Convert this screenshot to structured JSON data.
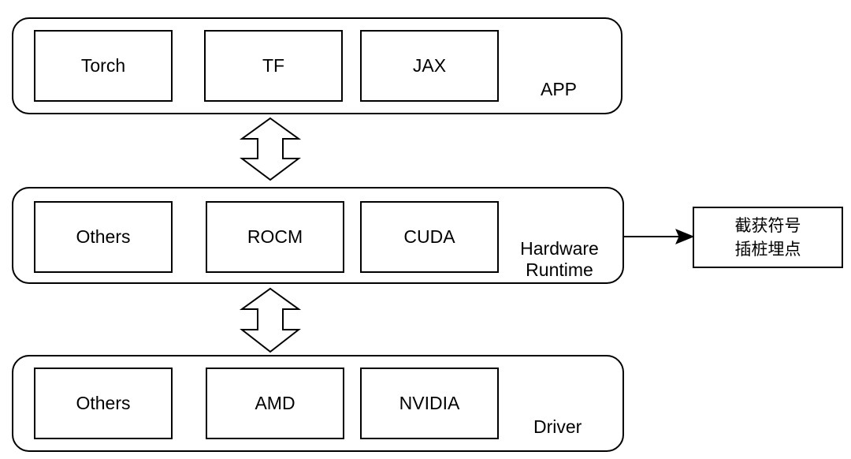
{
  "layers": {
    "app": {
      "label": "APP",
      "boxes": [
        "Torch",
        "TF",
        "JAX"
      ]
    },
    "runtime": {
      "label_line1": "Hardware",
      "label_line2": "Runtime",
      "boxes": [
        "Others",
        "ROCM",
        "CUDA"
      ]
    },
    "driver": {
      "label": "Driver",
      "boxes": [
        "Others",
        "AMD",
        "NVIDIA"
      ]
    }
  },
  "note": {
    "line1": "截获符号",
    "line2": "插桩埋点"
  }
}
